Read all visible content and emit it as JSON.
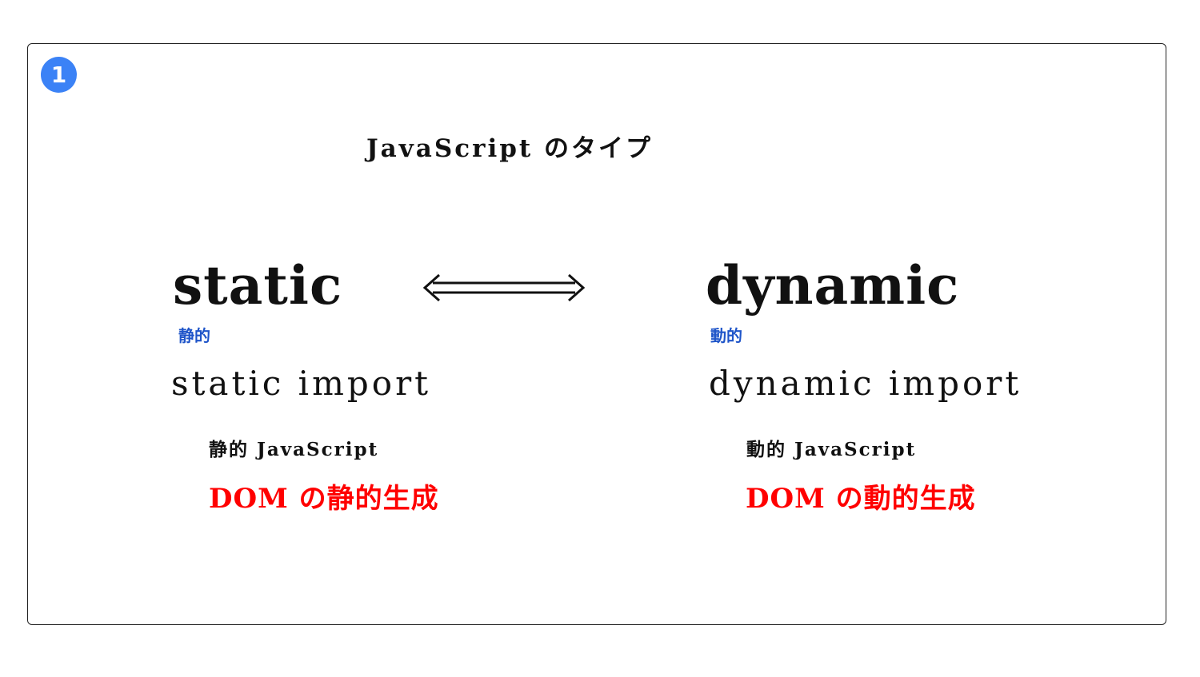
{
  "slide": {
    "badge": "1",
    "badge_color": "#3b82f6",
    "title": "JavaScript のタイプ",
    "left": {
      "word": "static",
      "kanji": "静的",
      "import": "static import",
      "javascript": "静的 JavaScript",
      "dom": "DOM の静的生成"
    },
    "right": {
      "word": "dynamic",
      "kanji": "動的",
      "import": "dynamic import",
      "javascript": "動的 JavaScript",
      "dom": "DOM の動的生成"
    },
    "arrow_icon": "double-left-right-arrow-icon",
    "colors": {
      "kanji_label": "#1f55c9",
      "dom_label": "#ff0000"
    }
  }
}
